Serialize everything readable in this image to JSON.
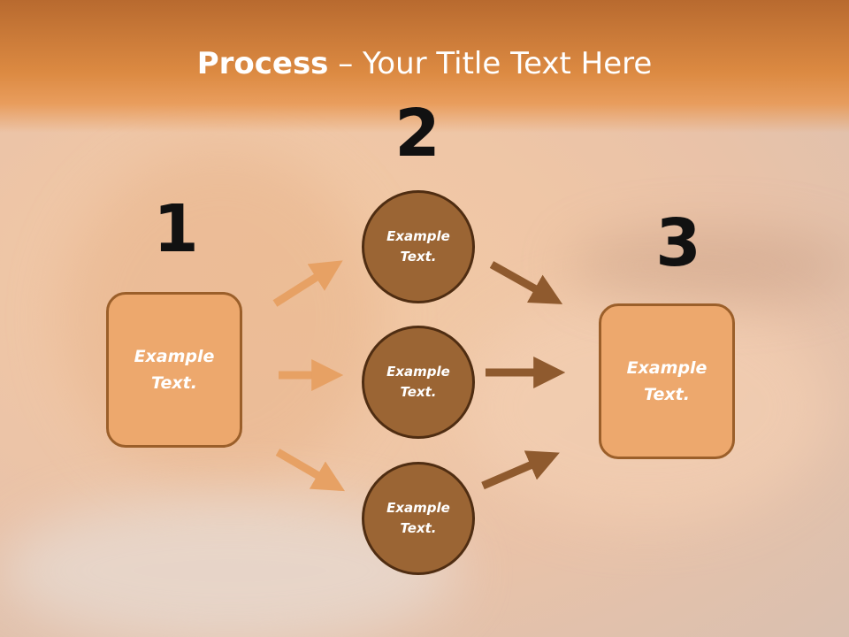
{
  "title": {
    "bold": "Process",
    "rest": " – Your Title Text Here"
  },
  "steps": {
    "one": "1",
    "two": "2",
    "three": "3"
  },
  "left_box": {
    "text": "Example Text."
  },
  "right_box": {
    "text": "Example Text."
  },
  "circles": [
    {
      "text": "Example Text."
    },
    {
      "text": "Example Text."
    },
    {
      "text": "Example Text."
    }
  ],
  "colors": {
    "header": "#dc8a42",
    "box_fill": "#eda86d",
    "circle_fill": "#9b6534",
    "arrow_light": "#e7a164",
    "arrow_dark": "#8f5a2e"
  }
}
